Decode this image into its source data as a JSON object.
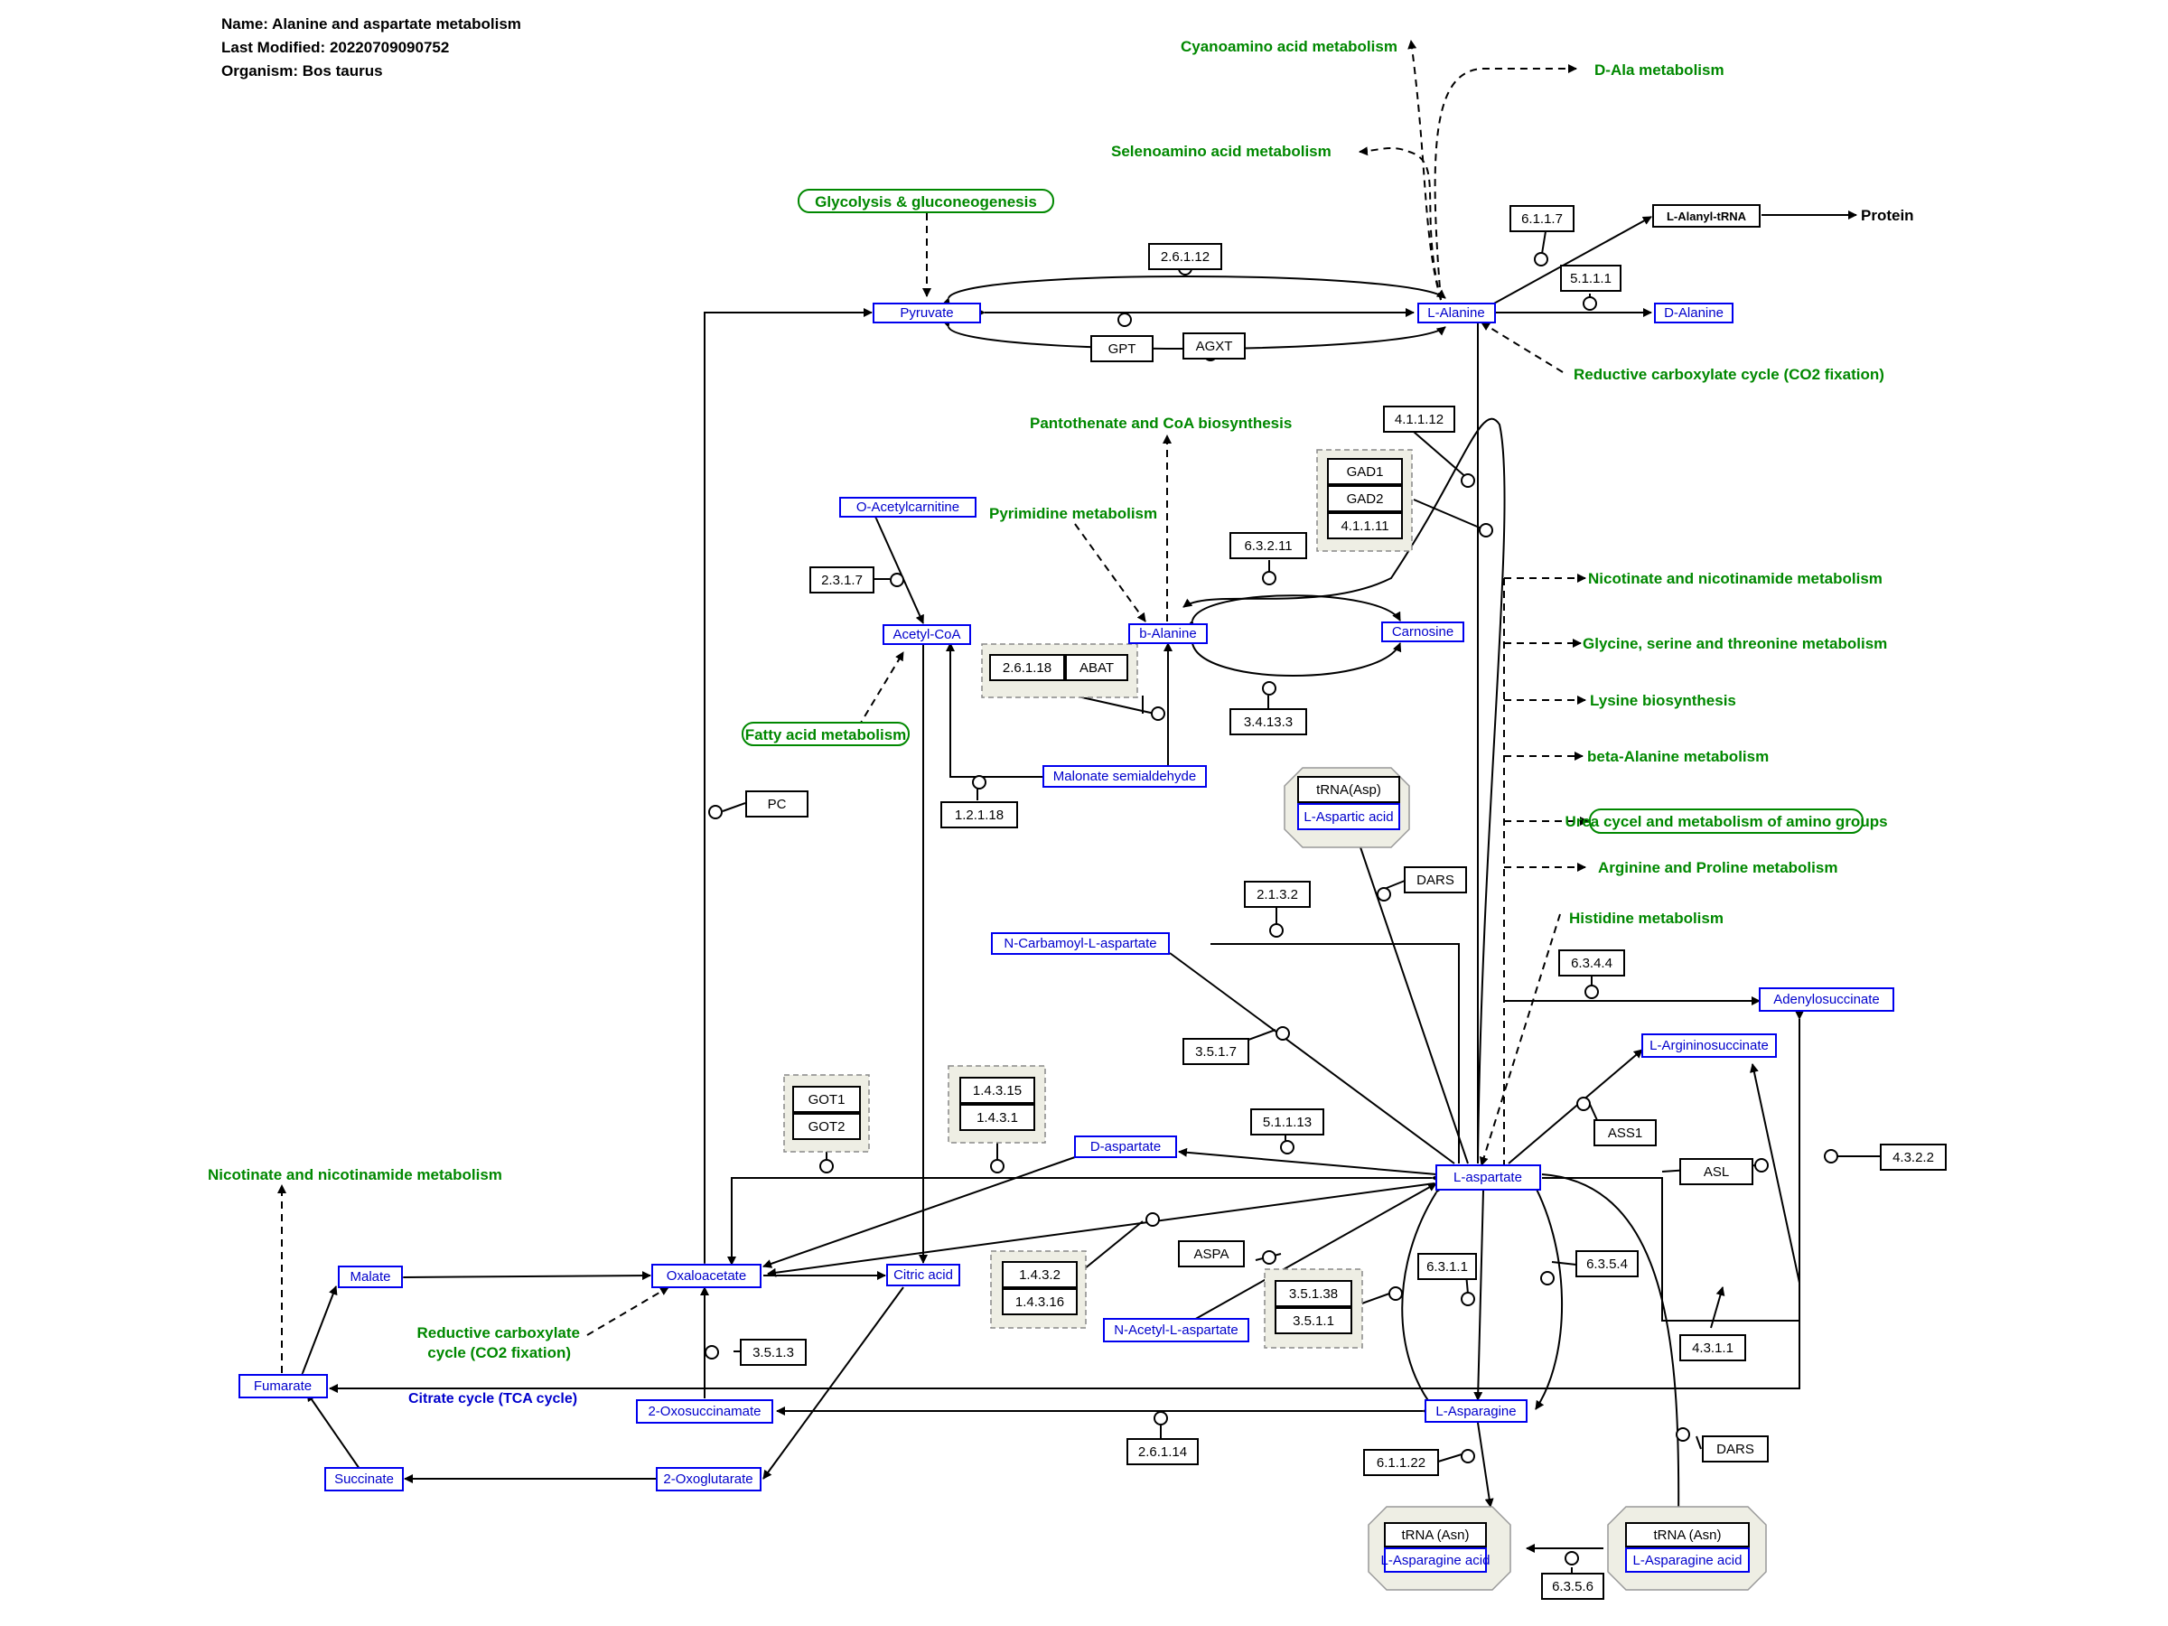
{
  "header": {
    "name": "Name: Alanine and aspartate metabolism",
    "modified": "Last Modified: 20220709090752",
    "organism": "Organism: Bos taurus"
  },
  "metabolites": {
    "pyruvate": "Pyruvate",
    "l_alanine": "L-Alanine",
    "d_alanine": "D-Alanine",
    "o_acetylcarnitine": "O-Acetylcarnitine",
    "acetyl_coa": "Acetyl-CoA",
    "b_alanine": "b-Alanine",
    "carnosine": "Carnosine",
    "malonate_semialdehyde": "Malonate semialdehyde",
    "l_aspartic_acid": "L-Aspartic acid",
    "n_carbamoyl_l_aspartate": "N-Carbamoyl-L-aspartate",
    "adenylosuccinate": "Adenylosuccinate",
    "l_argininosuccinate": "L-Argininosuccinate",
    "d_aspartate": "D-aspartate",
    "l_aspartate": "L-aspartate",
    "malate": "Malate",
    "oxaloacetate": "Oxaloacetate",
    "citric_acid": "Citric acid",
    "n_acetyl_l_aspartate": "N-Acetyl-L-aspartate",
    "fumarate": "Fumarate",
    "oxosuccinamate": "2-Oxosuccinamate",
    "l_asparagine": "L-Asparagine",
    "succinate": "Succinate",
    "oxoglutarate": "2-Oxoglutarate",
    "l_asparagine_acid_1": "L-Asparagine acid",
    "l_asparagine_acid_2": "L-Asparagine acid"
  },
  "enzymes": {
    "e2_6_1_12": "2.6.1.12",
    "gpt": "GPT",
    "agxt": "AGXT",
    "e6_1_1_7": "6.1.1.7",
    "e5_1_1_1": "5.1.1.1",
    "e4_1_1_12": "4.1.1.12",
    "gad1": "GAD1",
    "gad2": "GAD2",
    "e4_1_1_11": "4.1.1.11",
    "e6_3_2_11": "6.3.2.11",
    "e2_3_1_7": "2.3.1.7",
    "e2_6_1_18": "2.6.1.18",
    "abat": "ABAT",
    "e3_4_13_3": "3.4.13.3",
    "pc": "PC",
    "e1_2_1_18": "1.2.1.18",
    "trna_asp": "tRNA(Asp)",
    "dars_1": "DARS",
    "e2_1_3_2": "2.1.3.2",
    "e6_3_4_4": "6.3.4.4",
    "e3_5_1_7": "3.5.1.7",
    "got1": "GOT1",
    "got2": "GOT2",
    "e1_4_3_15": "1.4.3.15",
    "e1_4_3_1": "1.4.3.1",
    "e5_1_1_13": "5.1.1.13",
    "ass1": "ASS1",
    "asl": "ASL",
    "e4_3_2_2": "4.3.2.2",
    "aspa": "ASPA",
    "e1_4_3_2": "1.4.3.2",
    "e1_4_3_16": "1.4.3.16",
    "e3_5_1_38": "3.5.1.38",
    "e3_5_1_1": "3.5.1.1",
    "e6_3_1_1": "6.3.1.1",
    "e6_3_5_4": "6.3.5.4",
    "e3_5_1_3": "3.5.1.3",
    "e4_3_1_1": "4.3.1.1",
    "dars_2": "DARS",
    "e2_6_1_14": "2.6.1.14",
    "e6_1_1_22": "6.1.1.22",
    "trna_asn_1": "tRNA (Asn)",
    "trna_asn_2": "tRNA (Asn)",
    "e6_3_5_6": "6.3.5.6"
  },
  "pathways": {
    "cyanoamino": "Cyanoamino acid metabolism",
    "d_ala": "D-Ala metabolism",
    "selenoamino": "Selenoamino acid metabolism",
    "glycolysis": "Glycolysis & gluconeogenesis",
    "reductive_top": "Reductive carboxylate cycle (CO2 fixation)",
    "pantothenate": "Pantothenate and CoA biosynthesis",
    "pyrimidine": "Pyrimidine metabolism",
    "nicotinate_right": "Nicotinate and nicotinamide metabolism",
    "glycine": "Glycine, serine and threonine metabolism",
    "lysine": "Lysine biosynthesis",
    "beta_alanine": "beta-Alanine metabolism",
    "urea": "Urea cycel and metabolism of amino groups",
    "arginine": "Arginine and Proline metabolism",
    "histidine": "Histidine metabolism",
    "fatty_acid": "Fatty acid metabolism",
    "nicotinate_left": "Nicotinate and nicotinamide metabolism",
    "reductive_left_1": "Reductive carboxylate",
    "reductive_left_2": "cycle (CO2 fixation)"
  },
  "labels": {
    "l_alanyl_trna": "L-Alanyl-tRNA",
    "protein": "Protein",
    "citrate_cycle": "Citrate cycle (TCA cycle)"
  }
}
